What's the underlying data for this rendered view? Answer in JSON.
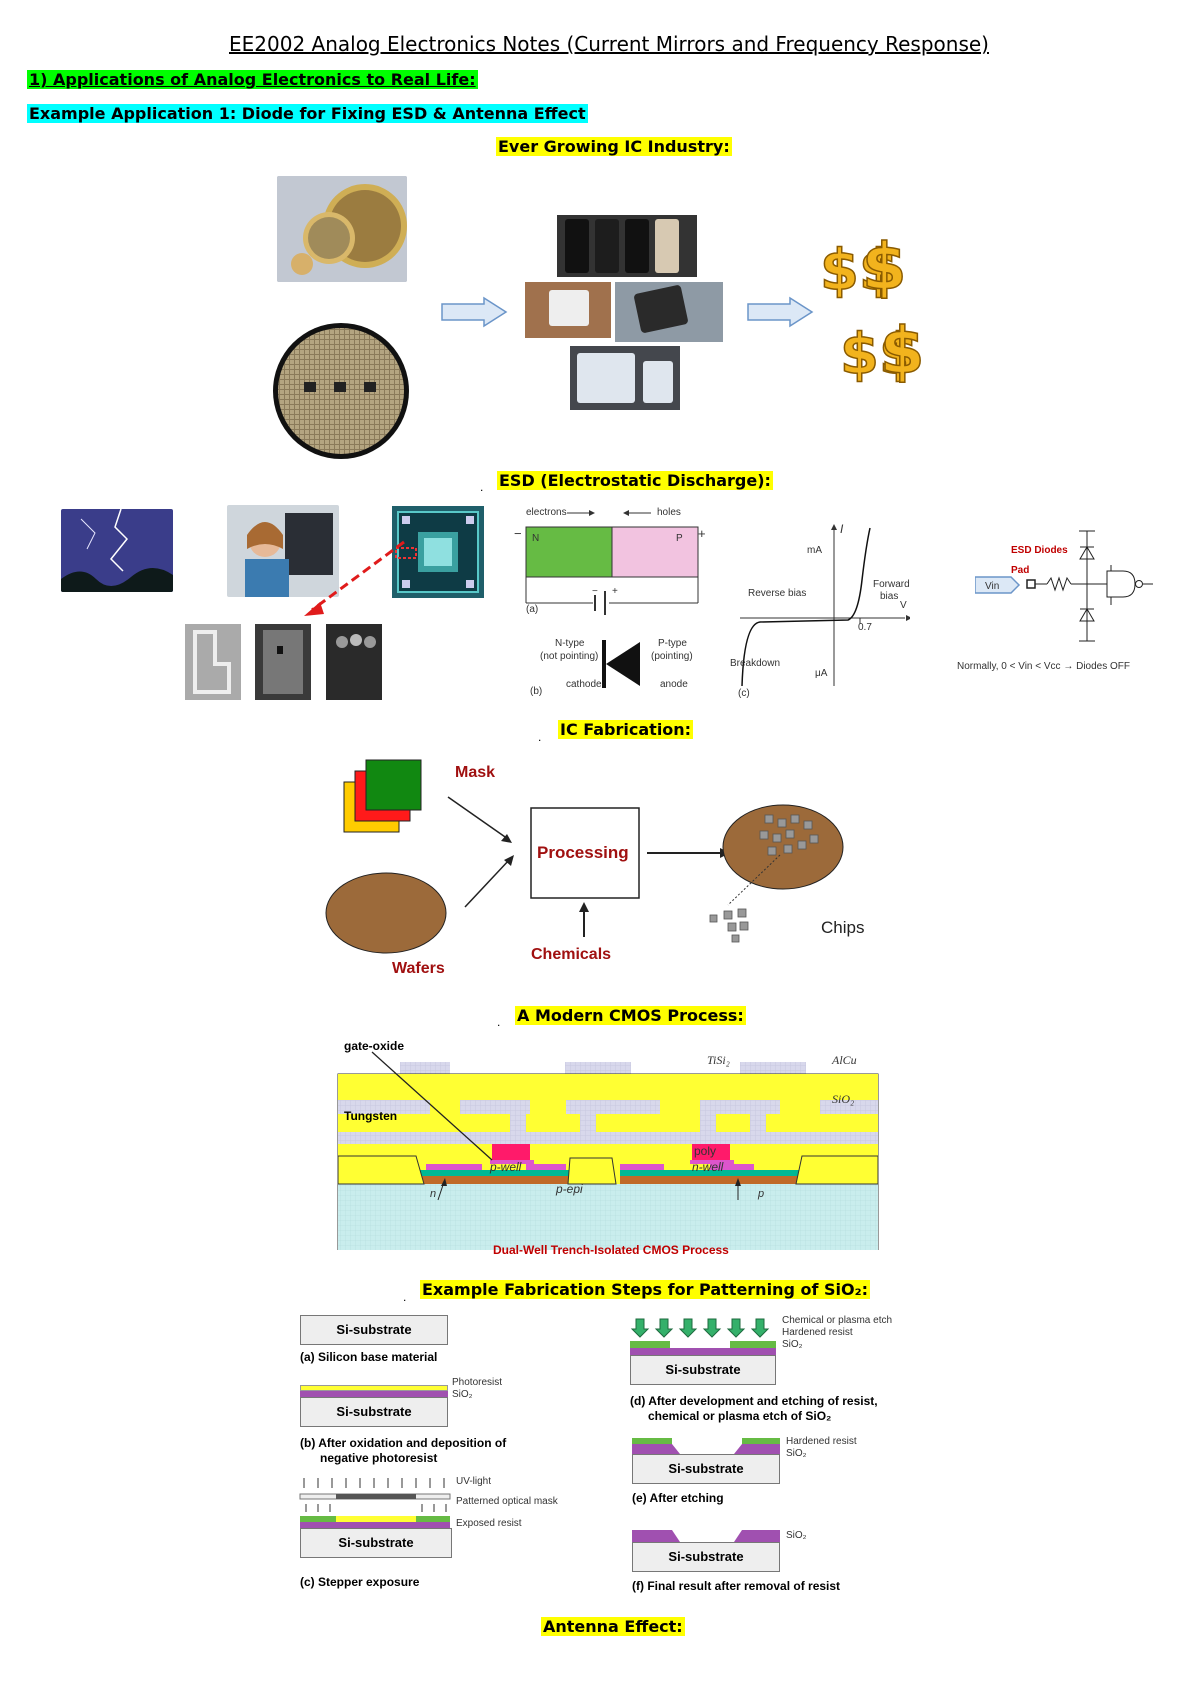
{
  "title": "EE2002 Analog Electronics Notes (Current Mirrors and Frequency Response)",
  "section1": "1) Applications of Analog Electronics to Real Life:",
  "example1": "Example Application 1: Diode for Fixing ESD & Antenna Effect",
  "heading_ic_industry": "Ever Growing IC Industry:",
  "heading_esd": "ESD (Electrostatic Discharge):",
  "heading_ic_fab": "IC Fabrication:",
  "heading_cmos": "A Modern CMOS Process:",
  "heading_steps": "Example Fabrication Steps for Patterning of SiO₂:",
  "heading_antenna": "Antenna Effect:",
  "bullet": ".",
  "pn": {
    "electrons": "electrons",
    "holes": "holes",
    "n": "N",
    "p": "P",
    "minus": "−",
    "plus": "+",
    "a_label": "(a)",
    "b_label": "(b)",
    "ntype": "N-type",
    "ntype2": "(not pointing)",
    "ptype": "P-type",
    "ptype2": "(pointing)",
    "cathode": "cathode",
    "anode": "anode"
  },
  "iv": {
    "ma": "mA",
    "i": "I",
    "v": "V",
    "ua": "μA",
    "reverse": "Reverse bias",
    "forward": "Forward",
    "forward2": "bias",
    "breakdown": "Breakdown",
    "vt": "0.7",
    "c_label": "(c)"
  },
  "esd_ckt": {
    "diodes": "ESD Diodes",
    "pad": "Pad",
    "vin": "Vin",
    "note": "Normally, 0 < Vin < Vcc → Diodes OFF"
  },
  "fab": {
    "mask": "Mask",
    "processing": "Processing",
    "chemicals": "Chemicals",
    "wafers": "Wafers",
    "chips": "Chips"
  },
  "cmos": {
    "gate_oxide": "gate-oxide",
    "tisi2": "TiSi₂",
    "alcu": "AlCu",
    "sio2": "SiO₂",
    "tungsten": "Tungsten",
    "poly": "poly",
    "pwell": "p-well",
    "nwell": "n-well",
    "pepi": "p-epi",
    "n": "n",
    "p": "p",
    "caption": "Dual-Well Trench-Isolated CMOS Process"
  },
  "steps": {
    "si": "Si-substrate",
    "a": "(a) Silicon base material",
    "b1": "(b) After oxidation and deposition of",
    "b2": "negative photoresist",
    "c": "(c) Stepper exposure",
    "d1": "(d) After development and etching of resist,",
    "d2": "chemical or plasma etch of SiO₂",
    "e": "(e) After etching",
    "f": "(f) Final result after removal of resist",
    "photoresist": "Photoresist",
    "sio2": "SiO₂",
    "uv": "UV-light",
    "mask": "Patterned optical mask",
    "exposed": "Exposed resist",
    "etch": "Chemical or plasma etch",
    "hardened": "Hardened resist"
  },
  "colors": {
    "highlight_green": "#00ff00",
    "highlight_cyan": "#00ffff",
    "highlight_yellow": "#ffff00",
    "n_region": "#66bb44",
    "p_region": "#f2c3e0",
    "mask_red": "#cc1111",
    "wafer": "#9c6a3a",
    "sio2_purple": "#a050b0",
    "resist_green": "#66bb44",
    "cmos_yellow": "#ffff33"
  }
}
